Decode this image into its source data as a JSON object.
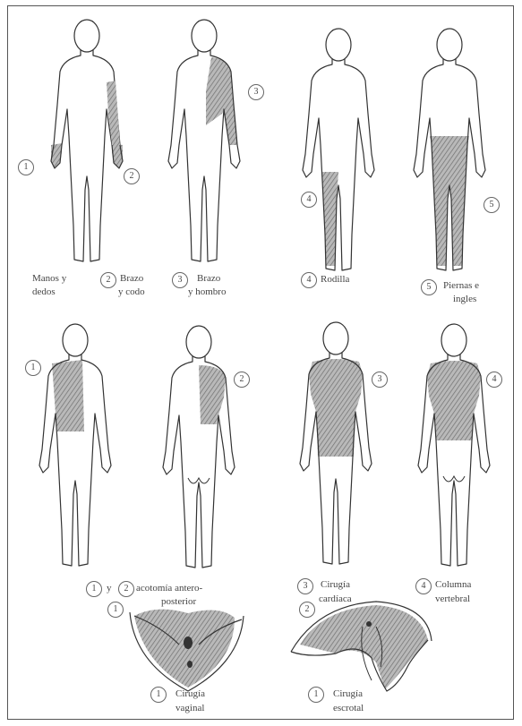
{
  "row1": {
    "fig1": {
      "callout": "1",
      "label1": "Manos y",
      "label2": "dedos"
    },
    "fig2": {
      "callout": "2",
      "label_num": "2",
      "label1": "Brazo",
      "label2": "y codo"
    },
    "fig3": {
      "callout": "3",
      "label_num": "3",
      "label1": "Brazo",
      "label2": "y hombro"
    },
    "fig4": {
      "callout": "4",
      "label_num": "4",
      "label1": "Rodilla"
    },
    "fig5": {
      "callout": "5",
      "label_num": "5",
      "label1": "Piernas e",
      "label2": "ingles"
    }
  },
  "row2": {
    "fig1": {
      "callout": "1"
    },
    "fig2": {
      "callout": "2"
    },
    "fig3": {
      "callout": "3"
    },
    "fig4": {
      "callout": "4"
    },
    "caption_a": {
      "num1": "1",
      "joiner": "y",
      "num2": "2",
      "text1": "acotomía antero-",
      "text2": "posterior"
    },
    "caption_b": {
      "num": "3",
      "text1": "Cirugía",
      "text2": "cardíaca"
    },
    "caption_c": {
      "num": "4",
      "text1": "Columna",
      "text2": "vertebral"
    }
  },
  "row3": {
    "left": {
      "callout": "1",
      "label_num": "1",
      "label1": "Cirugía",
      "label2": "vaginal"
    },
    "right": {
      "callout": "2",
      "label_num": "1",
      "label1": "Cirugía",
      "label2": "escrotal"
    }
  },
  "colors": {
    "line": "#333333",
    "shade": "#8a8a8a"
  }
}
